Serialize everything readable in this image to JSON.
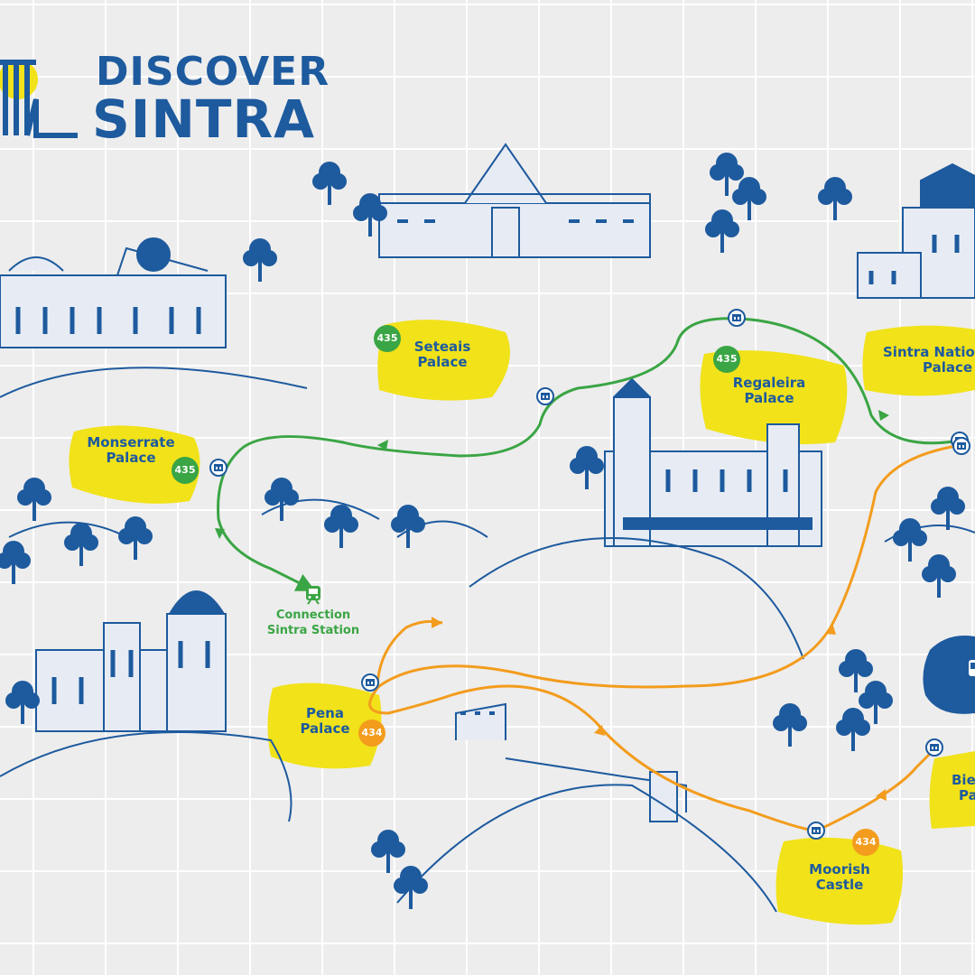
{
  "brand": {
    "line1": "DISCOVER",
    "line2": "SINTRA"
  },
  "colors": {
    "navy": "#1d5a9e",
    "green": "#3aa544",
    "orange": "#f39c1d",
    "yellow": "#f1e21a",
    "tile": "#ededed"
  },
  "routes": [
    {
      "number": "435",
      "color": "green"
    },
    {
      "number": "434",
      "color": "orange"
    }
  ],
  "places": {
    "seteais": {
      "line1": "Seteais",
      "line2": "Palace",
      "bus": "435"
    },
    "monserrate": {
      "line1": "Monserrate",
      "line2": "Palace",
      "bus": "435"
    },
    "regaleira": {
      "line1": "Regaleira",
      "line2": "Palace",
      "bus": "435"
    },
    "national": {
      "line1": "Sintra Natio",
      "line2": "Palace"
    },
    "pena": {
      "line1": "Pena",
      "line2": "Palace",
      "bus": "434"
    },
    "moorish": {
      "line1": "Moorish",
      "line2": "Castle",
      "bus": "434"
    },
    "biester": {
      "line1": "Bie",
      "line2": "Pa"
    }
  },
  "connection": {
    "line1": "Connection",
    "line2": "Sintra Station",
    "icon": "train-icon"
  },
  "icons": {
    "stop": "museum-icon",
    "tree": "tree-icon",
    "building": "palace-icon"
  }
}
